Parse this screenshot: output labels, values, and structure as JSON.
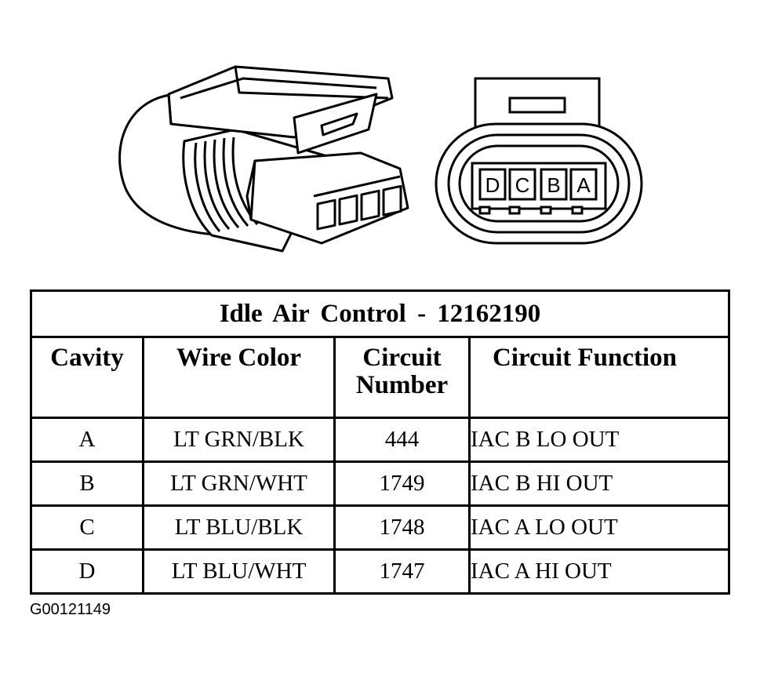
{
  "connector_pins": [
    "D",
    "C",
    "B",
    "A"
  ],
  "table": {
    "title": "Idle Air Control - 12162190",
    "headers": [
      "Cavity",
      "Wire Color",
      "Circuit\nNumber",
      "Circuit Function"
    ],
    "rows": [
      {
        "cavity": "A",
        "wire_color": "LT GRN/BLK",
        "circuit_number": "444",
        "circuit_function": "IAC B LO OUT"
      },
      {
        "cavity": "B",
        "wire_color": "LT GRN/WHT",
        "circuit_number": "1749",
        "circuit_function": "IAC B HI OUT"
      },
      {
        "cavity": "C",
        "wire_color": "LT BLU/BLK",
        "circuit_number": "1748",
        "circuit_function": "IAC A LO OUT"
      },
      {
        "cavity": "D",
        "wire_color": "LT BLU/WHT",
        "circuit_number": "1747",
        "circuit_function": "IAC A HI OUT"
      }
    ]
  },
  "figure_id": "G00121149"
}
